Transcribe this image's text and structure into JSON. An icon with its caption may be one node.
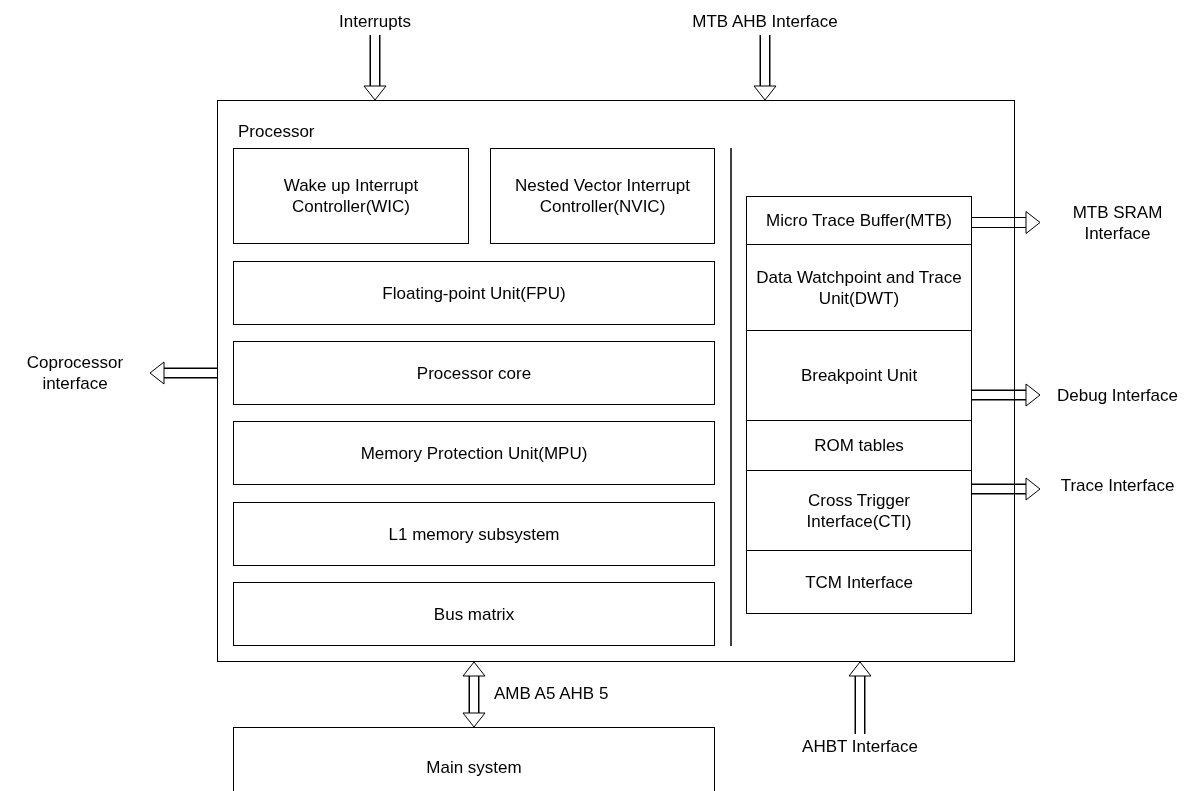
{
  "diagram": {
    "nodes": [
      {
        "text": [
          "Processor"
        ]
      },
      {
        "text": [
          "Wake up Interrupt Controller(WIC)"
        ],
        "in": 0
      },
      {
        "text": [
          "Nested Vector Interrupt Controller(NVIC)"
        ],
        "in": 0
      },
      {
        "text": [
          "Floating-point Unit(FPU)"
        ],
        "in": 0
      },
      {
        "text": [
          "Processor core"
        ],
        "in": 0
      },
      {
        "text": [
          "Memory Protection Unit(MPU)"
        ],
        "in": 0
      },
      {
        "text": [
          "L1 memory subsystem"
        ],
        "in": 0
      },
      {
        "text": [
          "Bus matrix"
        ],
        "in": 0
      },
      {
        "text": [
          "Micro Trace Buffer(MTB)"
        ],
        "in": 0
      },
      {
        "text": [
          "Data Watchpoint and Trace Unit(DWT)"
        ],
        "in": 0
      },
      {
        "text": [
          "Breakpoint Unit"
        ],
        "in": 0
      },
      {
        "text": [
          "ROM tables"
        ],
        "in": 0
      },
      {
        "text": [
          "Cross Trigger Interface(CTI)"
        ],
        "in": 0
      },
      {
        "text": [
          "TCM Interface"
        ],
        "in": 0
      },
      {
        "text": [
          "Main system"
        ]
      },
      {
        "text": [
          "Interrupts"
        ]
      },
      {
        "text": [
          "MTB AHB Interface"
        ]
      },
      {
        "text": [
          "Coprocessor interface"
        ]
      },
      {
        "text": [
          "MTB SRAM Interface"
        ]
      },
      {
        "text": [
          "Debug Interface"
        ]
      },
      {
        "text": [
          "Trace Interface"
        ]
      },
      {
        "text": [
          "AHBT Interface"
        ]
      }
    ],
    "edges": [
      {
        "from": 15,
        "to": 0,
        "arrow": "to"
      },
      {
        "from": 16,
        "to": 0,
        "arrow": "to"
      },
      {
        "from": 0,
        "to": 17,
        "arrow": "to"
      },
      {
        "from": 8,
        "to": 18,
        "arrow": "to"
      },
      {
        "from": 10,
        "to": 19,
        "arrow": "to"
      },
      {
        "from": 12,
        "to": 20,
        "arrow": "to"
      },
      {
        "from": 0,
        "to": 14,
        "arrow": "both",
        "label": "AMB A5 AHB 5"
      },
      {
        "from": 21,
        "to": 0,
        "arrow": "to"
      }
    ]
  }
}
